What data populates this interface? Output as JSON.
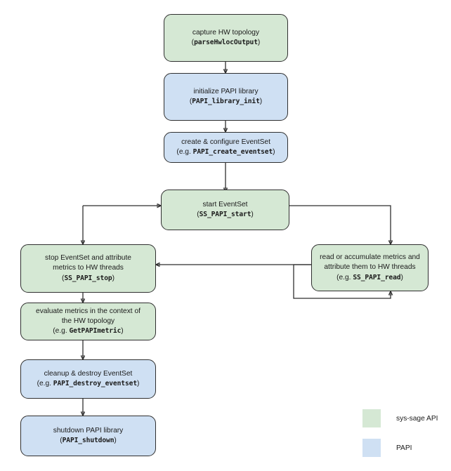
{
  "diagram": {
    "type": "flowchart",
    "title": "",
    "background": "#ffffff",
    "colors": {
      "sys_sage_api": "#d5e8d4",
      "papi": "#cfe0f3",
      "stroke": "#2f2f2f",
      "text": "#1a1a1a"
    },
    "nodes": [
      {
        "id": "capture",
        "group": "sys-sage API",
        "line1": "capture HW topology",
        "line2": "(",
        "code": "parseHwlocOutput",
        "line3": ")"
      },
      {
        "id": "init",
        "group": "PAPI",
        "line1": "initialize PAPI library",
        "line2": "(",
        "code": "PAPI_library_init",
        "line3": ")"
      },
      {
        "id": "create",
        "group": "PAPI",
        "line1": "create & configure EventSet",
        "line2": "(e.g. ",
        "code": "PAPI_create_eventset",
        "line3": ")"
      },
      {
        "id": "start",
        "group": "sys-sage API",
        "line1": "start EventSet",
        "line2": "(",
        "code": "SS_PAPI_start",
        "line3": ")"
      },
      {
        "id": "read",
        "group": "sys-sage API",
        "line1": "read or accumulate metrics and",
        "line1b": "attribute them to HW threads",
        "line2": "(e.g. ",
        "code": "SS_PAPI_read",
        "line3": ")"
      },
      {
        "id": "stop",
        "group": "sys-sage API",
        "line1": "stop EventSet and attribute",
        "line1b": "metrics to HW threads",
        "line2": "(",
        "code": "SS_PAPI_stop",
        "line3": ")"
      },
      {
        "id": "evaluate",
        "group": "sys-sage API",
        "line1": "evaluate metrics in the context of",
        "line1b": "the HW topology",
        "line2": "(e.g. ",
        "code": "GetPAPImetric",
        "line3": ")"
      },
      {
        "id": "cleanup",
        "group": "PAPI",
        "line1": "cleanup & destroy EventSet",
        "line2": "(e.g. ",
        "code": "PAPI_destroy_eventset",
        "line3": ")"
      },
      {
        "id": "shutdown",
        "group": "PAPI",
        "line1": "shutdown PAPI library",
        "line2": "(",
        "code": "PAPI_shutdown",
        "line3": ")"
      }
    ],
    "edges": [
      {
        "from": "capture",
        "to": "init"
      },
      {
        "from": "create",
        "to": "start"
      },
      {
        "from": "init",
        "to": "create"
      },
      {
        "from": "start",
        "to": "read"
      },
      {
        "from": "read",
        "to": "read"
      },
      {
        "from": "read",
        "to": "stop"
      },
      {
        "from": "branch",
        "to": "start"
      },
      {
        "from": "branch",
        "to": "stop"
      },
      {
        "from": "stop",
        "to": "evaluate"
      },
      {
        "from": "evaluate",
        "to": "cleanup"
      },
      {
        "from": "cleanup",
        "to": "shutdown"
      }
    ]
  },
  "legend": {
    "items": [
      {
        "label": "sys-sage API",
        "color": "#d5e8d4"
      },
      {
        "label": "PAPI",
        "color": "#cfe0f3"
      }
    ]
  }
}
